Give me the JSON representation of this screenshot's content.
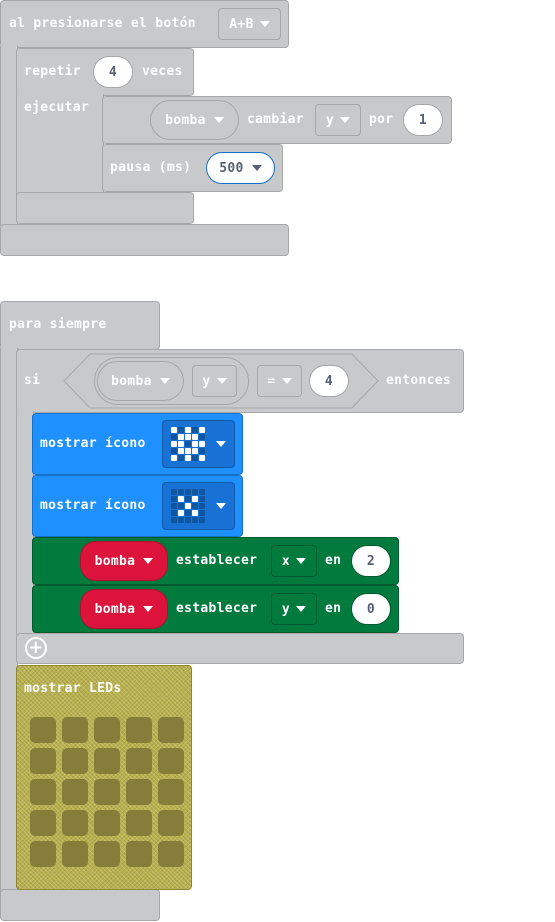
{
  "block1": {
    "event_label": "al presionarse el botón",
    "button_value": "A+B",
    "repeat_label": "repetir",
    "repeat_count": "4",
    "times_label": "veces",
    "do_label": "ejecutar",
    "sprite_var": "bomba",
    "change_label": "cambiar",
    "change_prop": "y",
    "by_label": "por",
    "change_amount": "1",
    "pause_label": "pausa (ms)",
    "pause_value": "500"
  },
  "block2": {
    "forever_label": "para siempre",
    "if_label": "si",
    "cond_var": "bomba",
    "cond_prop": "y",
    "cond_op": "=",
    "cond_value": "4",
    "then_label": "entonces",
    "show_icon_label_1": "mostrar ícono",
    "show_icon_label_2": "mostrar ícono",
    "set1_var": "bomba",
    "set1_label": "establecer",
    "set1_prop": "x",
    "set1_in": "en",
    "set1_value": "2",
    "set2_var": "bomba",
    "set2_label": "establecer",
    "set2_prop": "y",
    "set2_in": "en",
    "set2_value": "0",
    "show_leds_label": "mostrar LEDs"
  },
  "icons": {
    "icon1": [
      [
        1,
        0,
        1,
        0,
        1
      ],
      [
        0,
        1,
        1,
        1,
        0
      ],
      [
        1,
        1,
        0,
        1,
        1
      ],
      [
        0,
        1,
        1,
        1,
        0
      ],
      [
        1,
        0,
        1,
        0,
        1
      ]
    ],
    "icon2": [
      [
        0,
        0,
        0,
        0,
        0
      ],
      [
        0,
        1,
        0,
        1,
        0
      ],
      [
        0,
        0,
        1,
        0,
        0
      ],
      [
        0,
        1,
        0,
        1,
        0
      ],
      [
        0,
        0,
        0,
        0,
        0
      ]
    ]
  },
  "colors": {
    "loops": "#c8c9cb",
    "basic": "#1e90ff",
    "sprites": "#007a3d",
    "variable": "#dc143c",
    "leds": "#b8b04a"
  }
}
